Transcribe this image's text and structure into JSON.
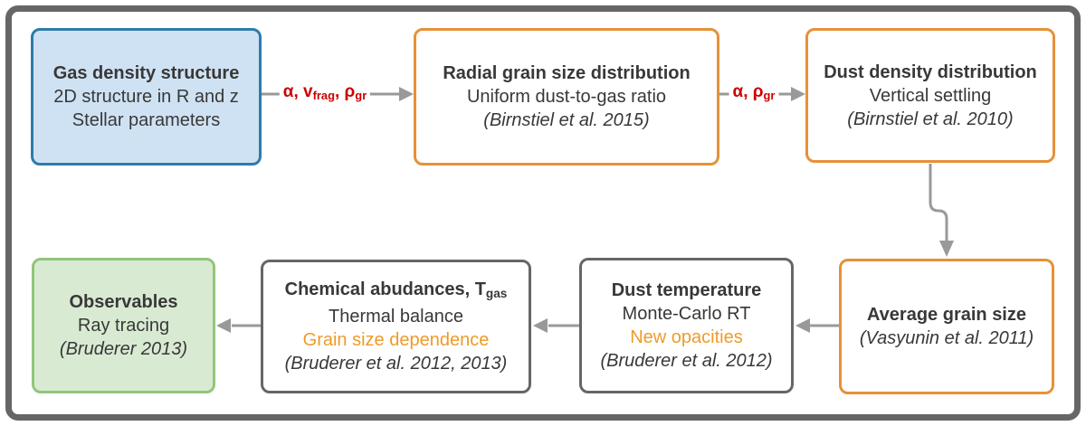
{
  "palette": {
    "frame_border": "#666666",
    "arrow": "#999999",
    "red_label": "#cc0000",
    "orange_border": "#e69138",
    "orange_text": "#ef9b28",
    "blue_fill": "#cfe2f3",
    "blue_border": "#2e7bab",
    "green_fill": "#d9ead3",
    "green_border": "#93c47d",
    "gray_border": "#666666",
    "text": "#383838"
  },
  "boxes": {
    "gas_density": {
      "lines": [
        {
          "cls": "title",
          "segs": [
            {
              "t": "Gas density structure"
            }
          ]
        },
        {
          "cls": "body",
          "segs": [
            {
              "t": "2D structure in R and z"
            }
          ]
        },
        {
          "cls": "body",
          "segs": [
            {
              "t": "Stellar parameters"
            }
          ]
        }
      ]
    },
    "radial_grain": {
      "lines": [
        {
          "cls": "title",
          "segs": [
            {
              "t": "Radial grain size distribution"
            }
          ]
        },
        {
          "cls": "body",
          "segs": [
            {
              "t": "Uniform dust-to-gas ratio"
            }
          ]
        },
        {
          "cls": "cite",
          "segs": [
            {
              "t": "(Birnstiel et al. 2015)"
            }
          ]
        }
      ]
    },
    "dust_density": {
      "lines": [
        {
          "cls": "title",
          "segs": [
            {
              "t": "Dust density distribution"
            }
          ]
        },
        {
          "cls": "body",
          "segs": [
            {
              "t": "Vertical settling"
            }
          ]
        },
        {
          "cls": "cite",
          "segs": [
            {
              "t": "(Birnstiel et al. 2010)"
            }
          ]
        }
      ]
    },
    "average_grain": {
      "lines": [
        {
          "cls": "title",
          "segs": [
            {
              "t": "Average grain size"
            }
          ]
        },
        {
          "cls": "cite",
          "segs": [
            {
              "t": "(Vasyunin et al. 2011)"
            }
          ]
        }
      ]
    },
    "dust_temperature": {
      "lines": [
        {
          "cls": "title",
          "segs": [
            {
              "t": "Dust temperature"
            }
          ]
        },
        {
          "cls": "body",
          "segs": [
            {
              "t": "Monte-Carlo RT"
            }
          ]
        },
        {
          "cls": "accent",
          "segs": [
            {
              "t": "New opacities"
            }
          ]
        },
        {
          "cls": "cite",
          "segs": [
            {
              "t": "(Bruderer et al. 2012)"
            }
          ]
        }
      ]
    },
    "chemical_abundances": {
      "lines": [
        {
          "cls": "title",
          "segs": [
            {
              "t": "Chemical abudances, T"
            },
            {
              "t": "gas",
              "sub": true
            }
          ]
        },
        {
          "cls": "body",
          "segs": [
            {
              "t": "Thermal balance"
            }
          ]
        },
        {
          "cls": "accent",
          "segs": [
            {
              "t": "Grain size dependence"
            }
          ]
        },
        {
          "cls": "cite",
          "segs": [
            {
              "t": "(Bruderer et al. 2012, 2013)"
            }
          ]
        }
      ]
    },
    "observables": {
      "lines": [
        {
          "cls": "title",
          "segs": [
            {
              "t": "Observables"
            }
          ]
        },
        {
          "cls": "body",
          "segs": [
            {
              "t": "Ray tracing"
            }
          ]
        },
        {
          "cls": "cite",
          "segs": [
            {
              "t": "(Bruderer 2013)"
            }
          ]
        }
      ]
    }
  },
  "arrow_labels": {
    "alpha_vfrag_rhogr": [
      {
        "t": "α, v"
      },
      {
        "t": "frag",
        "sub": true
      },
      {
        "t": ", ρ"
      },
      {
        "t": "gr",
        "sub": true
      }
    ],
    "alpha_rhogr": [
      {
        "t": "α, ρ"
      },
      {
        "t": "gr",
        "sub": true
      }
    ]
  }
}
